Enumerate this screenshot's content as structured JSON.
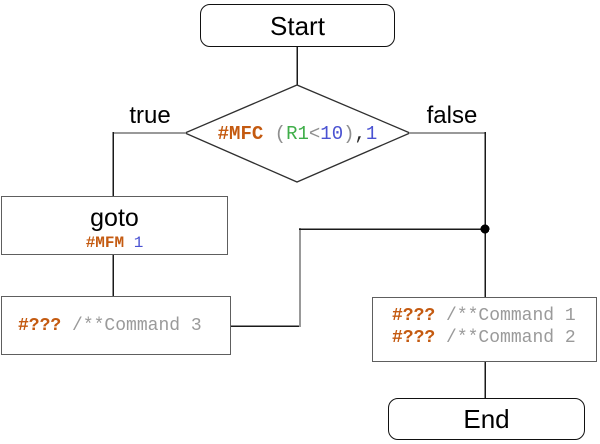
{
  "colors": {
    "keyword_orange": "#c45a10",
    "register_green": "#3fae49",
    "number_blue": "#4a52d2",
    "comment_gray": "#9a9a9a",
    "punct_gray": "#8f8f8f",
    "line_black": "#1a1a1a",
    "line_gray": "#999999",
    "rect_border_gray": "#5e5e5e"
  },
  "flowchart": {
    "start": {
      "label": "Start"
    },
    "end": {
      "label": "End"
    },
    "branch": {
      "true_label": "true",
      "false_label": "false"
    },
    "decision": {
      "tokens": [
        {
          "text": "#MFC",
          "style": "keyword"
        },
        {
          "text": " ",
          "style": "plain"
        },
        {
          "text": "(",
          "style": "punct"
        },
        {
          "text": "R1",
          "style": "register"
        },
        {
          "text": "<",
          "style": "punct"
        },
        {
          "text": "10",
          "style": "number"
        },
        {
          "text": ")",
          "style": "punct"
        },
        {
          "text": ",",
          "style": "comma"
        },
        {
          "text": "1",
          "style": "number"
        }
      ]
    },
    "goto_box": {
      "title": "goto",
      "tokens": [
        {
          "text": "#MFM",
          "style": "keyword"
        },
        {
          "text": " ",
          "style": "plain"
        },
        {
          "text": "1",
          "style": "number"
        }
      ]
    },
    "command_3_box": {
      "tokens": [
        {
          "text": "#???",
          "style": "keyword"
        },
        {
          "text": " ",
          "style": "plain"
        },
        {
          "text": "/**Command 3",
          "style": "comment"
        }
      ]
    },
    "command_1_2_box": {
      "line1": [
        {
          "text": "#???",
          "style": "keyword"
        },
        {
          "text": " ",
          "style": "plain"
        },
        {
          "text": "/**Command 1",
          "style": "comment"
        }
      ],
      "line2": [
        {
          "text": "#???",
          "style": "keyword"
        },
        {
          "text": " ",
          "style": "plain"
        },
        {
          "text": "/**Command 2",
          "style": "comment"
        }
      ]
    }
  }
}
